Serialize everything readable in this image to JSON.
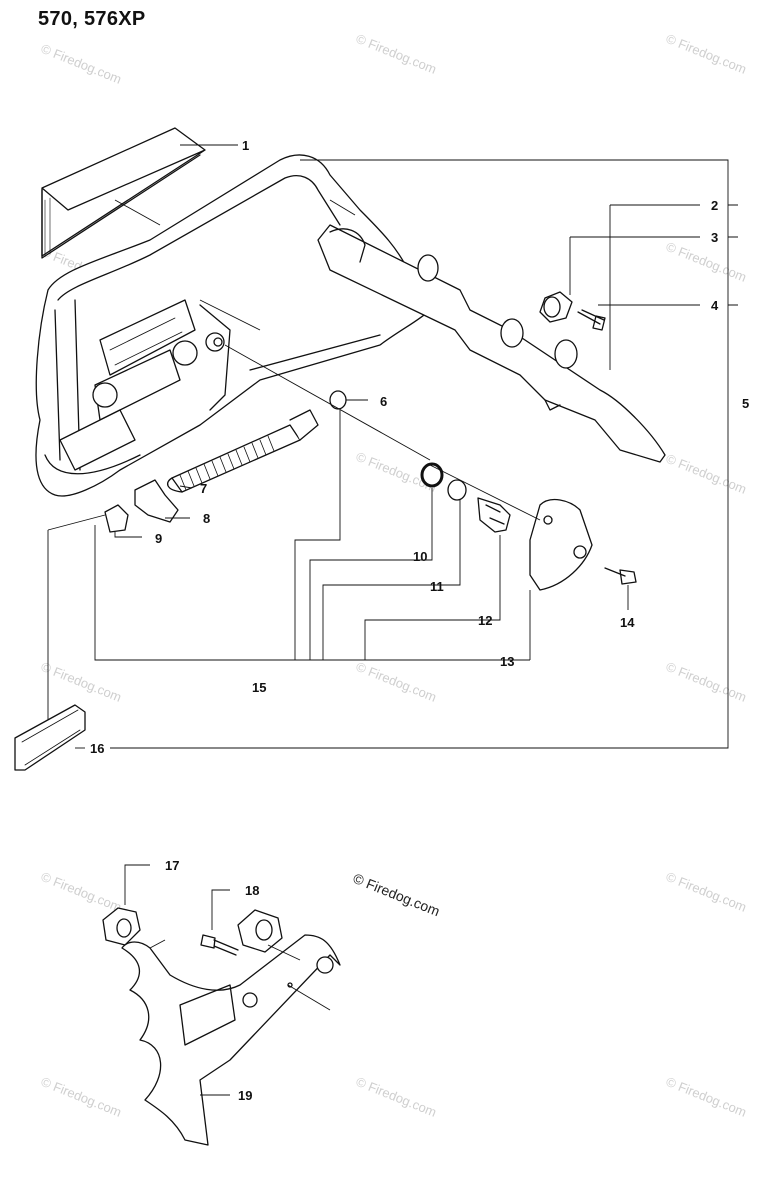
{
  "title": "570, 576XP",
  "copyright": "© Firedog.com",
  "watermark": "© Firedog.com",
  "callouts": [
    "1",
    "2",
    "3",
    "4",
    "5",
    "6",
    "7",
    "8",
    "9",
    "10",
    "11",
    "12",
    "13",
    "14",
    "15",
    "16",
    "17",
    "18",
    "19"
  ]
}
